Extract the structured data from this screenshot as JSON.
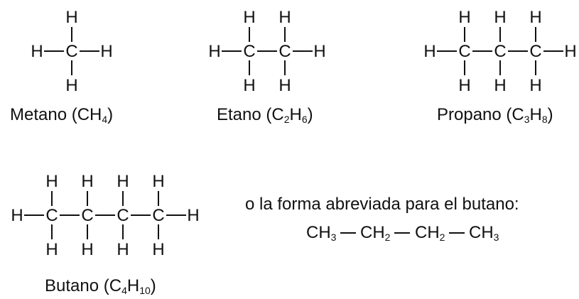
{
  "molecules": [
    {
      "id": "methane",
      "carbons": 1,
      "caption": {
        "name": "Metano",
        "open": " (",
        "parts": [
          {
            "t": "CH"
          },
          {
            "s": "4"
          }
        ],
        "close": ")"
      }
    },
    {
      "id": "ethane",
      "carbons": 2,
      "caption": {
        "name": "Etano",
        "open": " (",
        "parts": [
          {
            "t": "C"
          },
          {
            "s": "2"
          },
          {
            "t": "H"
          },
          {
            "s": "6"
          }
        ],
        "close": ")"
      }
    },
    {
      "id": "propane",
      "carbons": 3,
      "caption": {
        "name": "Propano",
        "open": " (",
        "parts": [
          {
            "t": "C"
          },
          {
            "s": "3"
          },
          {
            "t": "H"
          },
          {
            "s": "8"
          }
        ],
        "close": ")"
      }
    },
    {
      "id": "butane",
      "carbons": 4,
      "caption": {
        "name": "Butano",
        "open": " (",
        "parts": [
          {
            "t": "C"
          },
          {
            "s": "4"
          },
          {
            "t": "H"
          },
          {
            "s": "10"
          }
        ],
        "close": ")"
      }
    }
  ],
  "atoms": {
    "carbon": "C",
    "hydrogen": "H"
  },
  "note": "o la forma abreviada para el butano:",
  "condensed": [
    {
      "t": "CH",
      "s": "3"
    },
    {
      "t": "CH",
      "s": "2"
    },
    {
      "t": "CH",
      "s": "2"
    },
    {
      "t": "CH",
      "s": "3"
    }
  ],
  "colors": {
    "ink": "#111111",
    "background": "#ffffff"
  }
}
